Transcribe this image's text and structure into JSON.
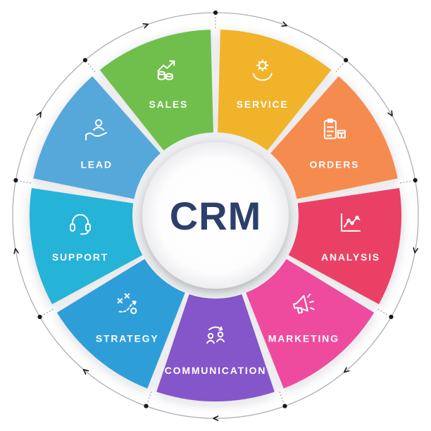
{
  "background_color": "#ffffff",
  "wheel": {
    "center_label": "CRM",
    "center_label_color": "#2d3f6b",
    "center_circle_color": "#ffffff",
    "center_ring_color": "#edeef1",
    "outer_ring_color": "#aab0b8",
    "marker_dot_color": "#17191c",
    "connector_color": "#8a8f96",
    "segments": [
      {
        "label": "SALES",
        "color": "#6fbf4d",
        "icon": "sales-growth-chart-icon"
      },
      {
        "label": "SERVICE",
        "color": "#f1b32b",
        "icon": "service-gear-hand-icon"
      },
      {
        "label": "ORDERS",
        "color": "#f68b50",
        "icon": "orders-checklist-icon"
      },
      {
        "label": "ANALYSIS",
        "color": "#eb4165",
        "icon": "analysis-line-chart-icon"
      },
      {
        "label": "MARKETING",
        "color": "#ee4b9e",
        "icon": "marketing-megaphone-icon"
      },
      {
        "label": "COMMUNICATION",
        "color": "#8457c9",
        "icon": "communication-people-icon"
      },
      {
        "label": "STRATEGY",
        "color": "#2f9ed9",
        "icon": "strategy-tactics-icon"
      },
      {
        "label": "SUPPORT",
        "color": "#27b3d8",
        "icon": "support-headset-icon"
      },
      {
        "label": "LEAD",
        "color": "#57a8da",
        "icon": "lead-person-icon"
      }
    ]
  }
}
